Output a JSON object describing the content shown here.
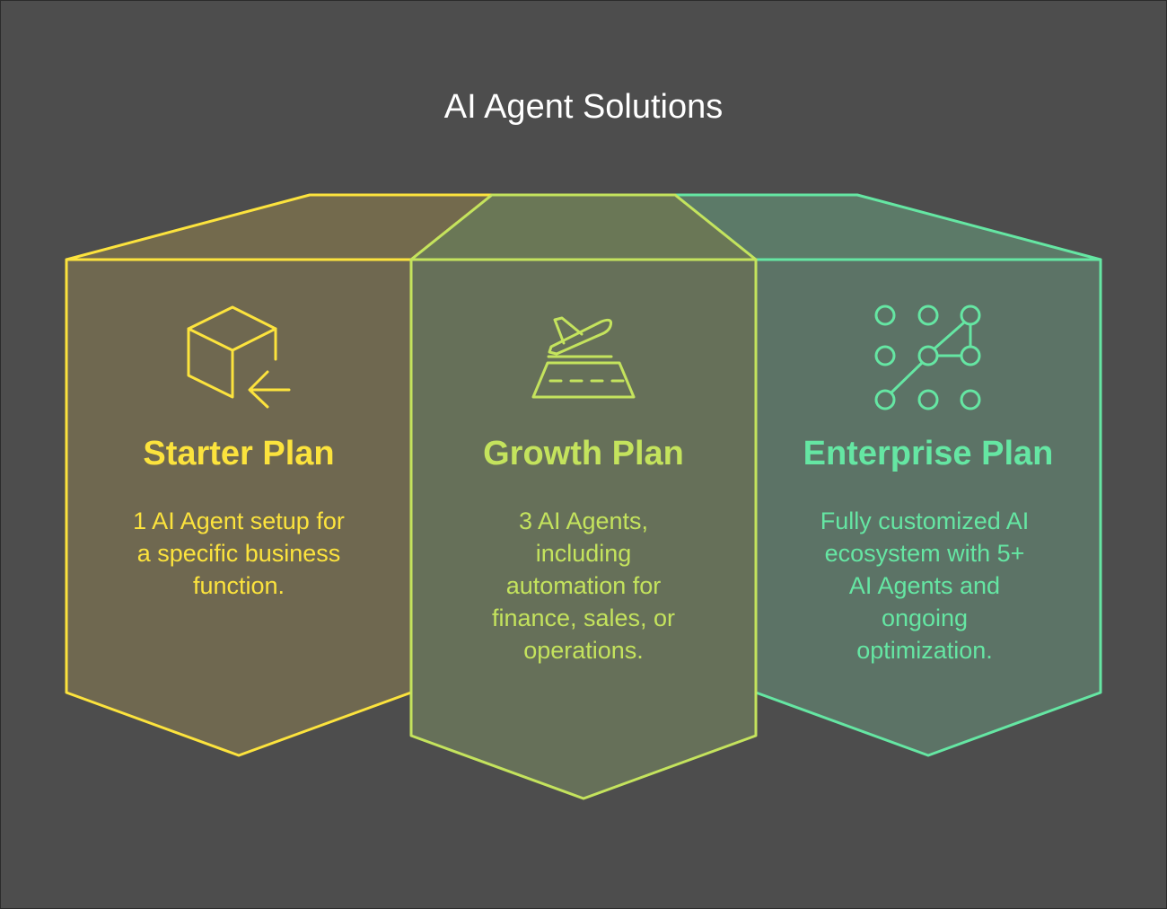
{
  "title": "AI Agent Solutions",
  "colors": {
    "background": "#4d4d4d",
    "starter": "#fce33d",
    "growth": "#c4e35d",
    "enterprise": "#65e6a3"
  },
  "plans": [
    {
      "name": "Starter Plan",
      "icon": "cube-arrow-icon",
      "description": [
        "1 AI Agent setup for",
        "a specific business",
        "function."
      ]
    },
    {
      "name": "Growth Plan",
      "icon": "plane-runway-icon",
      "description": [
        "3 AI Agents,",
        "including",
        "automation for",
        "finance, sales, or",
        "operations."
      ]
    },
    {
      "name": "Enterprise Plan",
      "icon": "network-nodes-icon",
      "description": [
        "Fully customized AI",
        "ecosystem with 5+",
        "AI Agents and",
        "ongoing",
        "optimization."
      ]
    }
  ]
}
